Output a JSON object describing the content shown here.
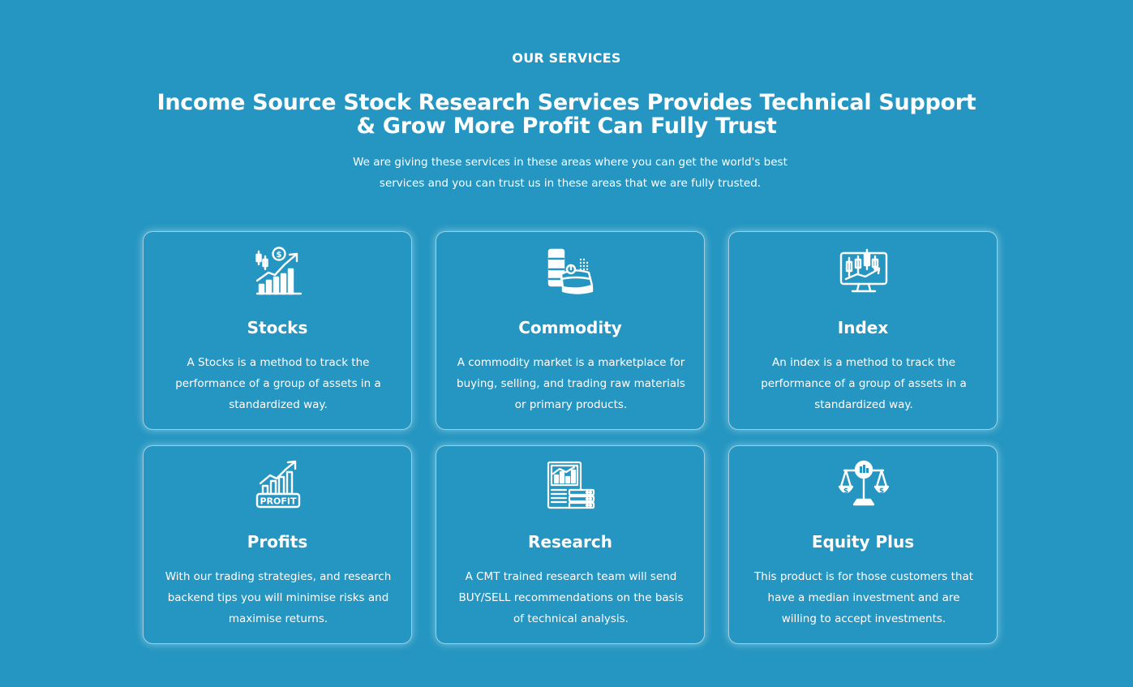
{
  "section_label": "OUR SERVICES",
  "headline": "Income Source Stock Research Services Provides Technical Support & Grow More Profit Can Fully Trust",
  "intro": "We are giving these services in these areas where you can get the world's best services and you can trust us in these areas that we are fully trusted.",
  "colors": {
    "background": "#2496c1",
    "text": "#ffffff",
    "card_border": "#ffffff"
  },
  "services": [
    {
      "icon": "stocks-chart-icon",
      "title": "Stocks",
      "description": "A Stocks is a method to track the performance of a group of assets in a standardized way."
    },
    {
      "icon": "commodity-icon",
      "title": "Commodity",
      "description": "A commodity market is a marketplace for buying, selling, and trading raw materials or primary products."
    },
    {
      "icon": "index-monitor-icon",
      "title": "Index",
      "description": "An index is a method to track the performance of a group of assets in a standardized way."
    },
    {
      "icon": "profit-icon",
      "title": "Profits",
      "description": "With our trading strategies, and research backend tips you will minimise risks and maximise returns.",
      "icon_label": "PROFIT"
    },
    {
      "icon": "research-report-icon",
      "title": "Research",
      "description": "A CMT trained research team will send BUY/SELL recommendations on the basis of technical analysis."
    },
    {
      "icon": "balance-scale-icon",
      "title": "Equity Plus",
      "description": "This product is for those customers that have a median investment and are willing to accept investments."
    }
  ]
}
